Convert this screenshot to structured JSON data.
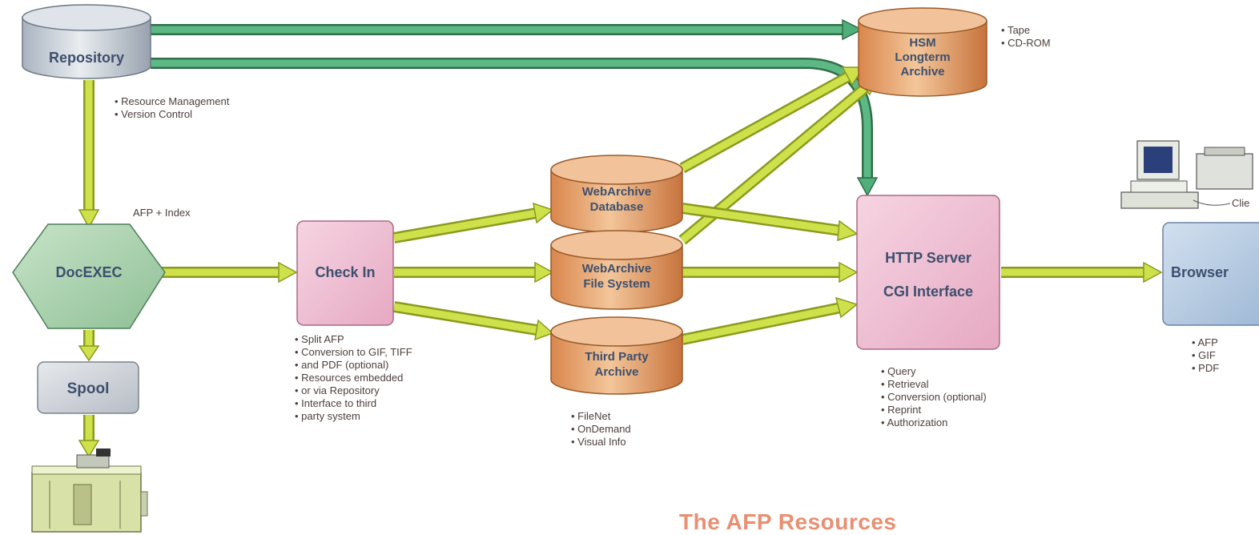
{
  "nodes": {
    "repository": "Repository",
    "hsm": [
      "HSM",
      "Longterm",
      "Archive"
    ],
    "docexec": "DocEXEC",
    "spool": "Spool",
    "check_in": "Check In",
    "webarchive_db": [
      "WebArchive",
      "Database"
    ],
    "webarchive_fs": [
      "WebArchive",
      "File System"
    ],
    "third_party": [
      "Third Party",
      "Archive"
    ],
    "http_server": [
      "HTTP Server",
      "CGI Interface"
    ],
    "browser": "Browser",
    "client": "Clie"
  },
  "annotations": {
    "afp_index": "AFP + Index",
    "repository_notes": [
      "Resource Management",
      "Version Control"
    ],
    "hsm_notes": [
      "Tape",
      "CD-ROM"
    ],
    "check_in_notes": [
      "Split AFP",
      "Conversion to GIF, TIFF",
      "and PDF (optional)",
      "Resources embedded",
      "or via Repository",
      "Interface to third",
      "party system"
    ],
    "third_party_notes": [
      "FileNet",
      "OnDemand",
      "Visual Info"
    ],
    "http_notes": [
      "Query",
      "Retrieval",
      "Conversion (optional)",
      "Reprint",
      "Authorization"
    ],
    "browser_notes": [
      "AFP",
      "GIF",
      "PDF"
    ]
  },
  "title": "The AFP Resources",
  "colors": {
    "arrow_lime": "#cfe14a",
    "arrow_green": "#4fae7a",
    "cylinder_orange": "#e6a069",
    "box_pink": "#f1c0d4",
    "box_blue": "#b5cbe3",
    "box_gray": "#d2d6dc",
    "node_text": "#3d4f6e",
    "title": "#e98f72"
  }
}
